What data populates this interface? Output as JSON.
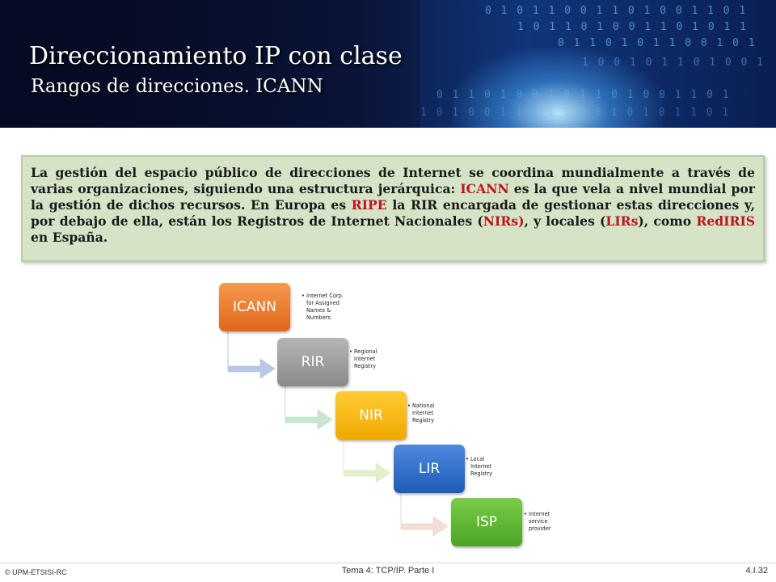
{
  "slide": {
    "title": "Direccionamiento IP con clase",
    "subtitle": "Rangos de direcciones. ICANN"
  },
  "info": {
    "t1": "La gestión del espacio público de direcciones de Internet se coordina mundialmente a través de varias organizaciones, siguiendo una estructura jerárquica: ",
    "icann": "ICANN",
    "t2": " es la que vela a nivel mundial por la gestión de dichos recursos. En Europa es ",
    "ripe": "RIPE",
    "t3": " la RIR encargada de gestionar estas direcciones y, por debajo de ella, están los Registros de Internet Nacionales (",
    "nirs": "NIRs)",
    "t4": ", y locales (",
    "lirs": "LIRs",
    "t5": "), como ",
    "rediris": "RedIRIS",
    "t6": " en España."
  },
  "hierarchy": [
    {
      "label": "ICANN",
      "note": "Internet Corp. for Assigned Names & Numbers",
      "color": "#e8731e"
    },
    {
      "label": "RIR",
      "note": "Regional Internet Registry",
      "color": "#9a9a9a"
    },
    {
      "label": "NIR",
      "note": "National Internet Registry",
      "color": "#f5b400"
    },
    {
      "label": "LIR",
      "note": "Local Internet Registry",
      "color": "#2d6fcc"
    },
    {
      "label": "ISP",
      "note": "Internet service provider",
      "color": "#5bb52e"
    }
  ],
  "note_lines": {
    "icann": [
      "Internet Corp.",
      "for Assigned",
      "Names &",
      "Numbers"
    ],
    "rir": [
      "Regional",
      "Internet",
      "Registry"
    ],
    "nir": [
      "National",
      "Internet",
      "Registry"
    ],
    "lir": [
      "Local",
      "Internet",
      "Registry"
    ],
    "isp": [
      "Internet",
      "service",
      "provider"
    ]
  },
  "connector_colors": [
    "#b7c9e6",
    "#c8e6d0",
    "#e4f0cc",
    "#f3ddd6"
  ],
  "footer": {
    "copyright": "© UPM-ETSISI-RC",
    "course": "Tema 4: TCP/IP. Parte I",
    "page": "4.I.32"
  }
}
